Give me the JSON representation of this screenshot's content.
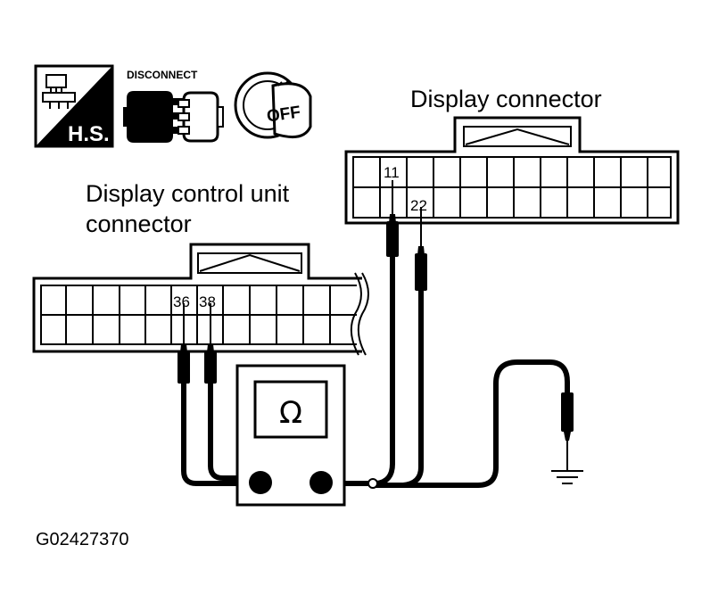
{
  "icons": {
    "harness_connector": {
      "icon": "harness-side-connector-icon",
      "label": "H.S."
    },
    "disconnect": {
      "icon": "disconnect-connector-icon",
      "label": "DISCONNECT"
    },
    "ignition": {
      "icon": "ignition-key-off-icon",
      "label": "OFF"
    }
  },
  "display_connector": {
    "title": "Display connector",
    "pins": {
      "top": "11",
      "bottom": "22"
    }
  },
  "control_unit_connector": {
    "title_line1": "Display control unit",
    "title_line2": "connector",
    "pins": {
      "left": "36",
      "right": "38"
    }
  },
  "meter": {
    "symbol": "Ω"
  },
  "figure_id": "G02427370"
}
